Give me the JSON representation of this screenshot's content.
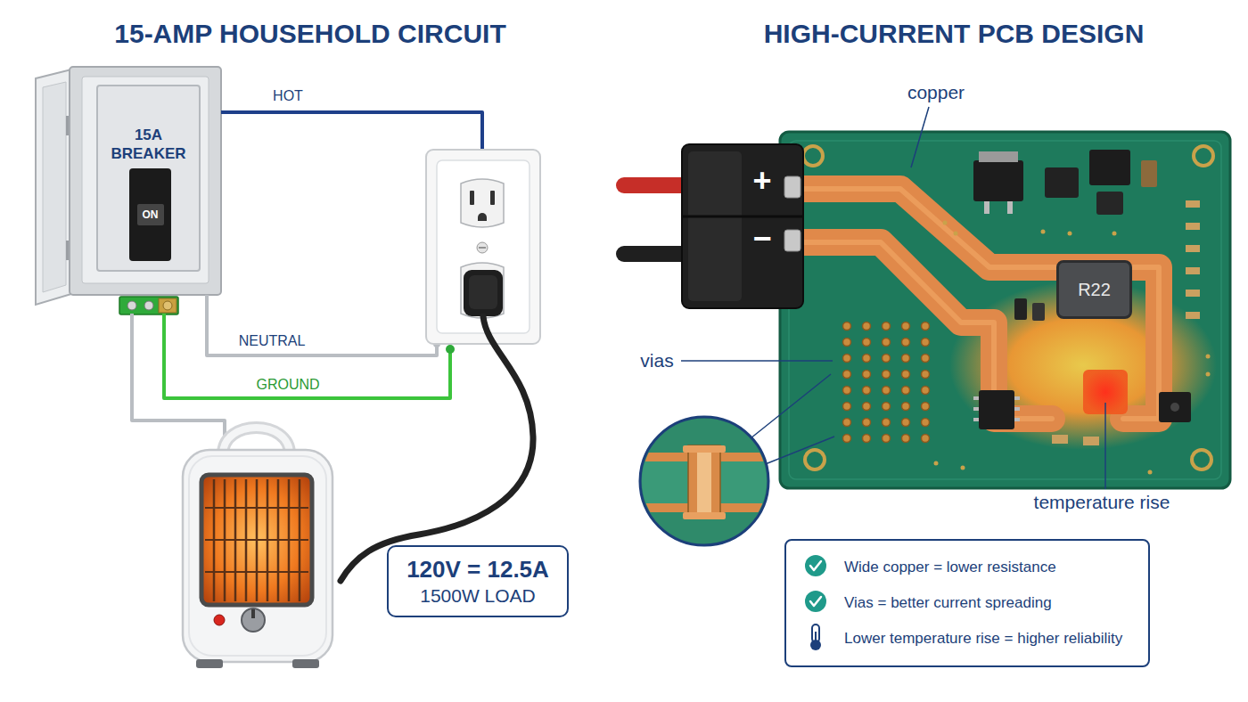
{
  "diagram": {
    "nodes": [
      {
        "text": [
          "15A BREAKER"
        ]
      },
      {
        "text": [
          "ON"
        ],
        "in": 0
      },
      {
        "text": [
          "120V = 12.5A",
          "1500W LOAD"
        ]
      },
      {
        "text": [
          "R22"
        ]
      },
      {
        "text": [
          "Wide copper = lower resistance",
          "Vias = better current spreading",
          "Lower temperature rise = higher reliability"
        ]
      }
    ],
    "labels": [
      "15-AMP HOUSEHOLD CIRCUIT",
      "HIGH-CURRENT PCB DESIGN",
      "HOT",
      "NEUTRAL",
      "GROUND",
      "+",
      "−",
      "copper",
      "vias",
      "temperature rise"
    ]
  }
}
